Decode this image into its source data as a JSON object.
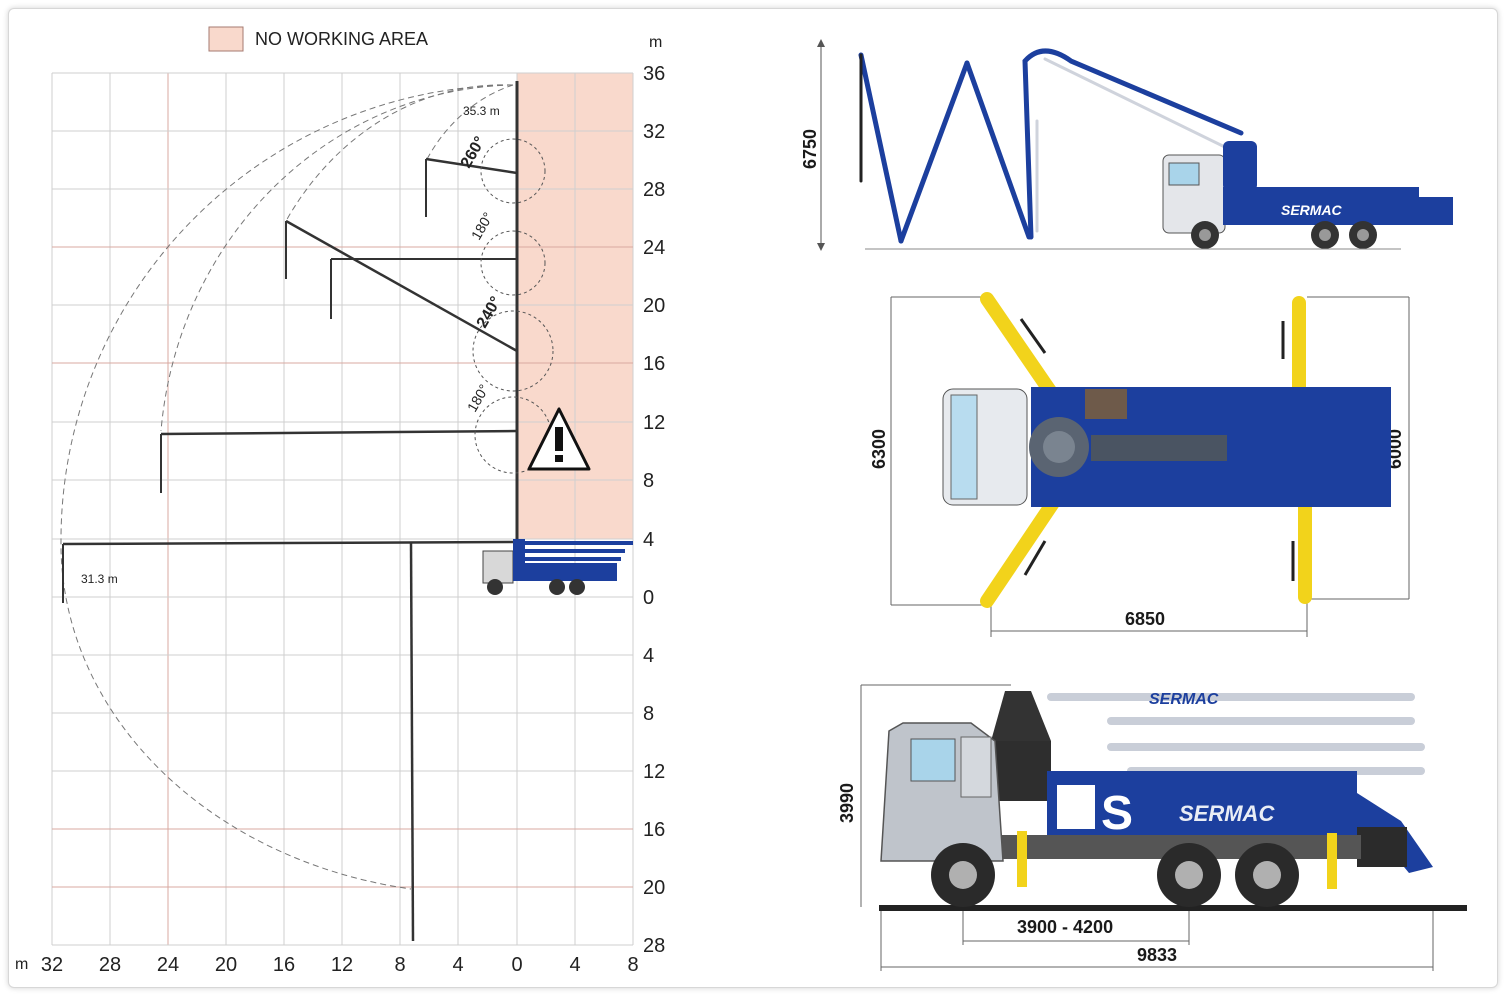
{
  "legend": {
    "label": "NO WORKING AREA",
    "color": "#f9d9cc"
  },
  "range_chart": {
    "unit_top": "m",
    "unit_bottom": "m",
    "y_ticks": [
      "36",
      "32",
      "28",
      "24",
      "20",
      "16",
      "12",
      "8",
      "4",
      "0",
      "4",
      "8",
      "12",
      "16",
      "20",
      "28"
    ],
    "x_ticks": [
      "32",
      "28",
      "24",
      "20",
      "16",
      "12",
      "8",
      "4",
      "0",
      "4",
      "8"
    ],
    "max_height_label": "35.3 m",
    "max_reach_label": "31.3 m",
    "angle_labels": [
      "260°",
      "180°",
      "240°",
      "180°"
    ]
  },
  "dimensions": {
    "folded_height": "6750",
    "outrigger_front": "6300",
    "outrigger_rear": "6000",
    "outrigger_span": "6850",
    "transport_height": "3990",
    "wheelbase": "3900 - 4200",
    "overall_length": "9833"
  },
  "brand": {
    "name": "SERMAC",
    "logo": "S",
    "color": "#1c3f9e"
  },
  "colors": {
    "boom": "#1c3f9e",
    "outrigger": "#f2d31b",
    "grid": "#cfcfcf",
    "grid_accent": "#d9a9a0"
  }
}
